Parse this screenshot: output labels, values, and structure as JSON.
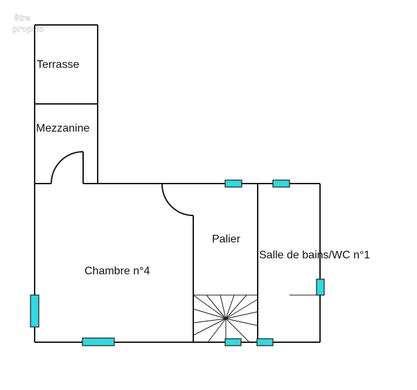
{
  "watermark": [
    "être",
    "proprio"
  ],
  "rooms": {
    "terrasse": "Terrasse",
    "mezzanine": "Mezzanine",
    "chambre": "Chambre n°4",
    "palier": "Palier",
    "salle_de_bains": "Salle de bains/WC n°1"
  },
  "colors": {
    "wall": "#1a1a1a",
    "window": "#35d8dd",
    "background": "#ffffff"
  }
}
